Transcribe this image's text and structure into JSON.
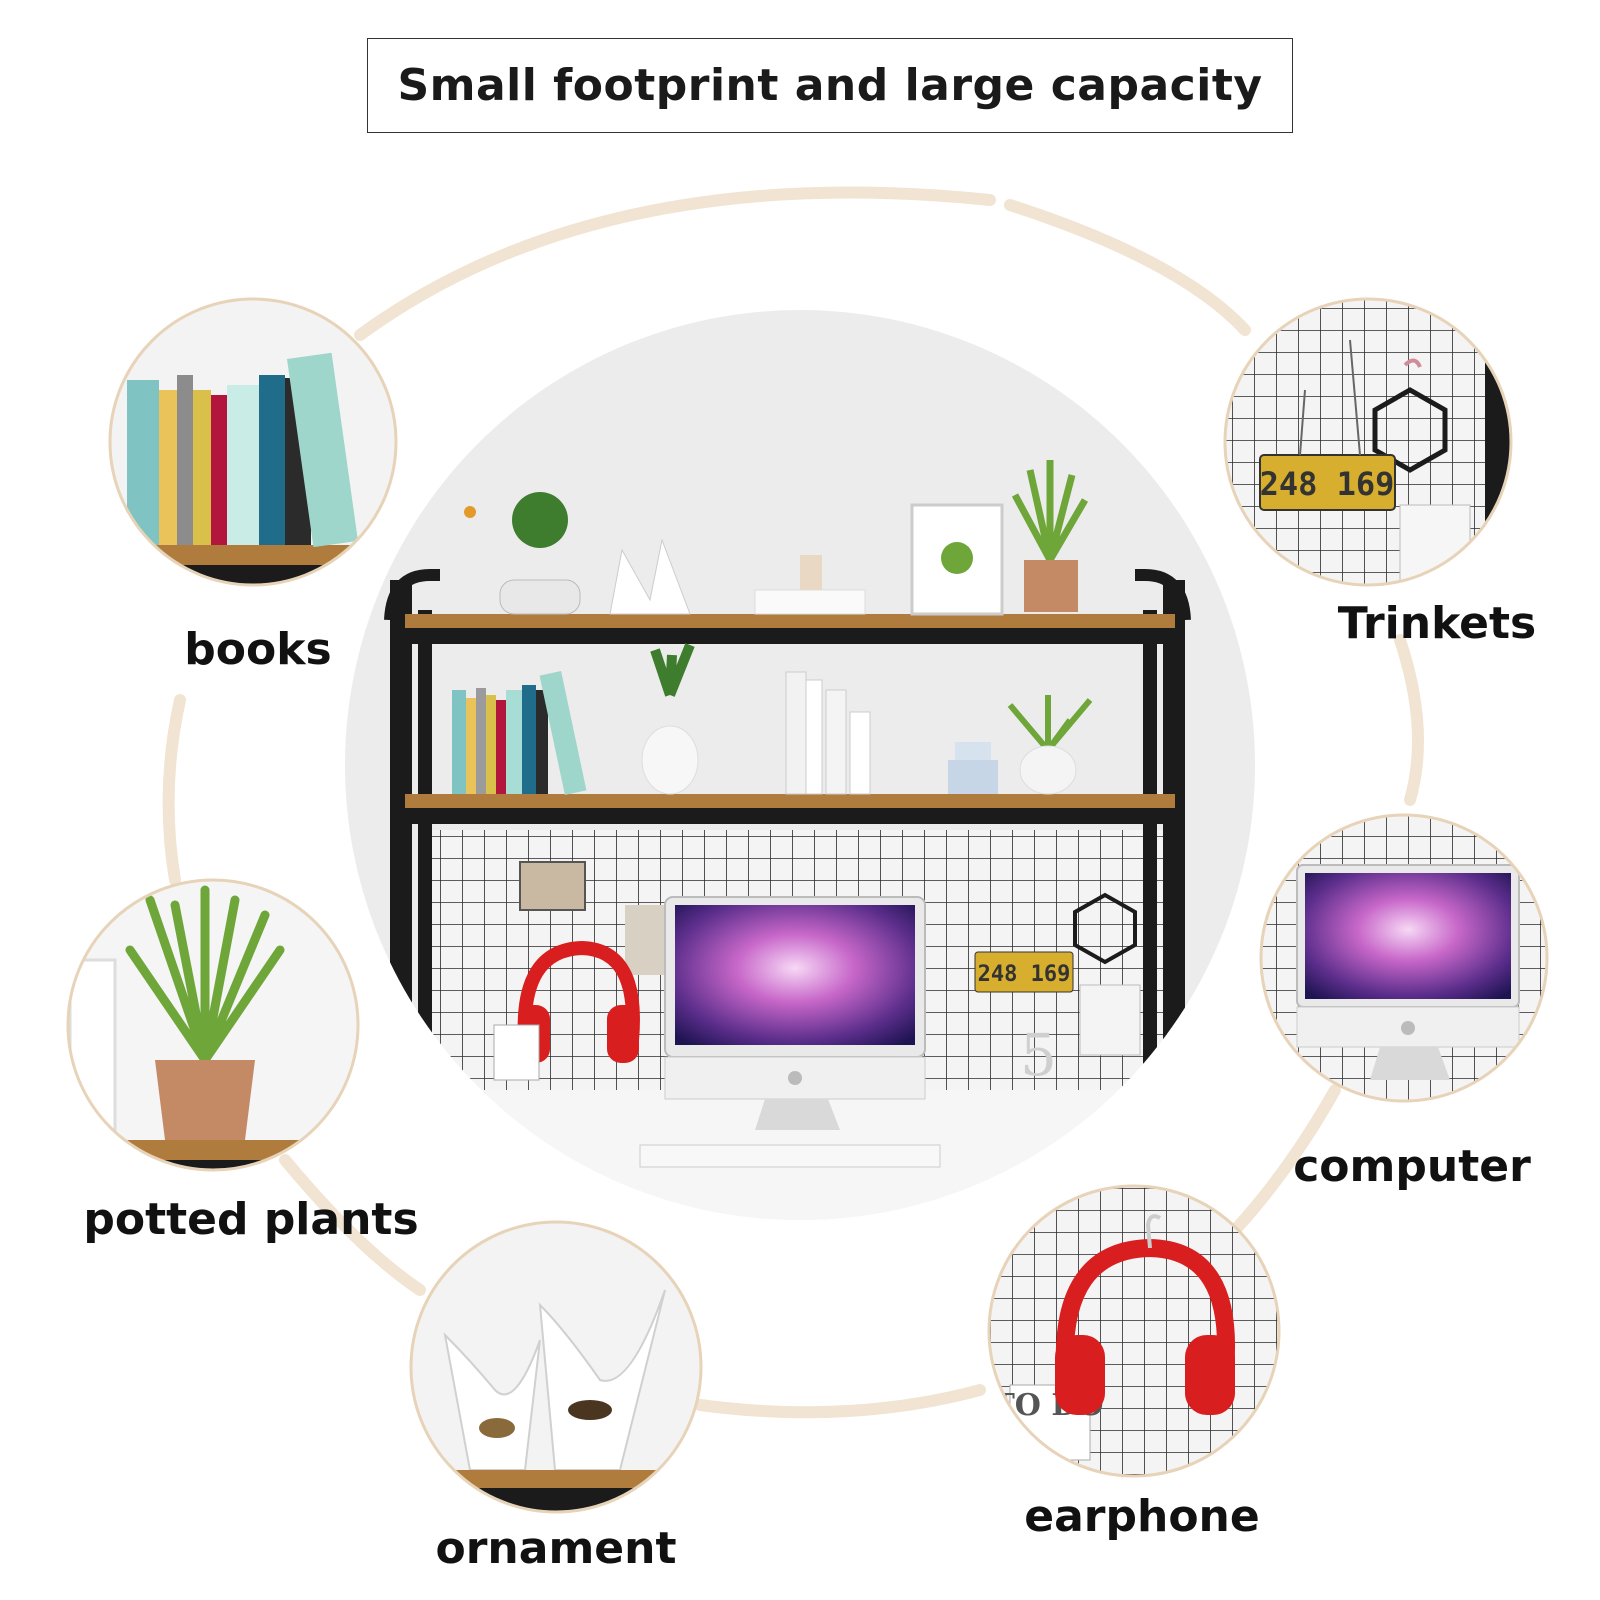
{
  "title": "Small footprint and large capacity",
  "labels": {
    "books": "books",
    "trinkets": "Trinkets",
    "potted_plants": "potted plants",
    "computer": "computer",
    "ornament": "ornament",
    "earphone": "earphone"
  },
  "license_plate": "248 169",
  "todo_sign": "TO DO",
  "colors": {
    "ring": "#f1e4d2",
    "frame": "#1b1b1b",
    "wood": "#b07c3e",
    "grid_line": "#222222",
    "headphone_red": "#d81e1e",
    "plant_green": "#6fa63a",
    "pot_terracotta": "#c48a66",
    "screen_purple": "#b05bbf",
    "plate_yellow": "#d7ae2d"
  }
}
